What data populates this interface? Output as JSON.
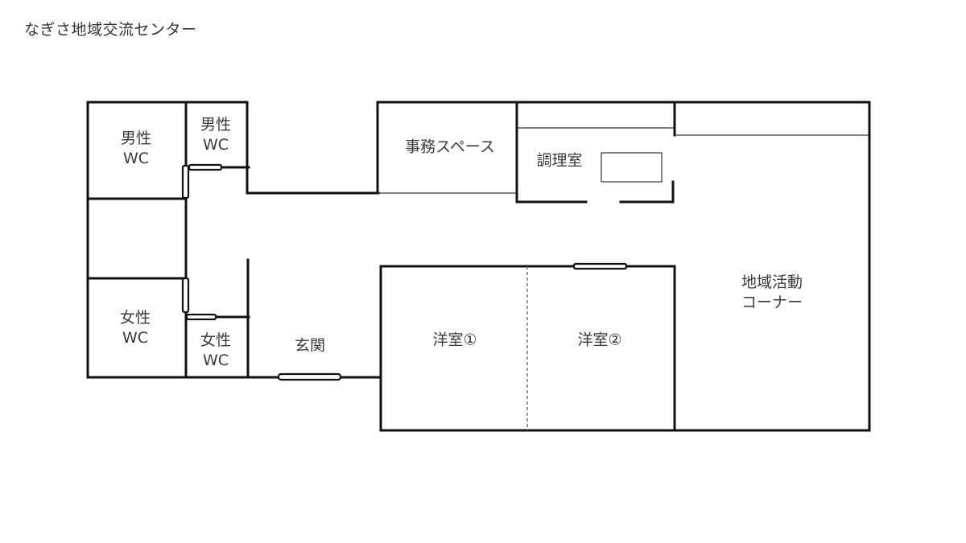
{
  "title": "なぎさ地域交流センター",
  "rooms": {
    "male_wc_1": {
      "line1": "男性",
      "line2": "WC"
    },
    "male_wc_2": {
      "line1": "男性",
      "line2": "WC"
    },
    "female_wc_1": {
      "line1": "女性",
      "line2": "WC"
    },
    "female_wc_2": {
      "line1": "女性",
      "line2": "WC"
    },
    "entrance": {
      "label": "玄関"
    },
    "office": {
      "label": "事務スペース"
    },
    "kitchen": {
      "label": "調理室"
    },
    "western_room_1": {
      "label": "洋室①"
    },
    "western_room_2": {
      "label": "洋室②"
    },
    "community_corner": {
      "line1": "地域活動",
      "line2": "コーナー"
    }
  },
  "colors": {
    "wall": "#111111",
    "text": "#3a3a3a",
    "background": "#ffffff"
  }
}
